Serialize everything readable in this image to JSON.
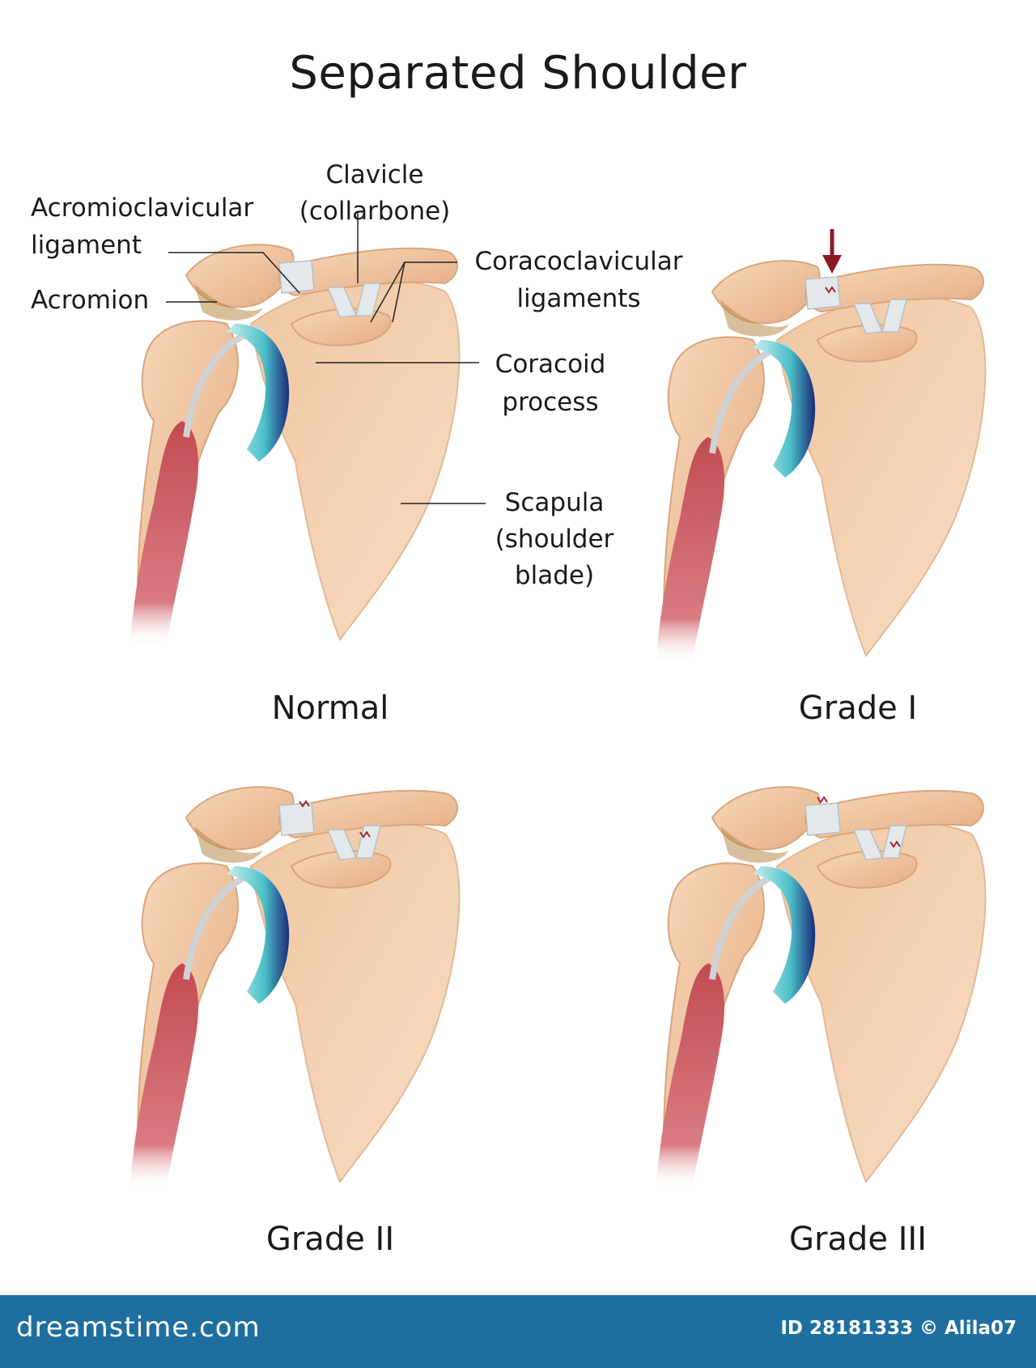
{
  "title": "Separated Shoulder",
  "labels": {
    "acromioclavicular": "Acromioclavicular",
    "ligament": "ligament",
    "acromion": "Acromion",
    "clavicle": "Clavicle",
    "collarbone": "(collarbone)",
    "coracoclavicular": "Coracoclavicular",
    "ligaments": "ligaments",
    "coracoid": "Coracoid",
    "process": "process",
    "scapula": "Scapula",
    "shoulder": "(shoulder",
    "blade": "blade)"
  },
  "panels": [
    {
      "caption": "Normal"
    },
    {
      "caption": "Grade I"
    },
    {
      "caption": "Grade II"
    },
    {
      "caption": "Grade III"
    }
  ],
  "footer": {
    "brand": "dreamstime.com",
    "credit": "ID 28181333 © Alila07"
  },
  "colors": {
    "bone": "#f2c9a3",
    "bone_shade": "#d9a57c",
    "ligament": "#e3e8ea",
    "cartilage": "#4bc0c8",
    "cartilage_dark": "#1a2a7a",
    "muscle": "#c6535a",
    "injury_arrow": "#8b1a22",
    "footer_bg": "#1e6fa0"
  }
}
